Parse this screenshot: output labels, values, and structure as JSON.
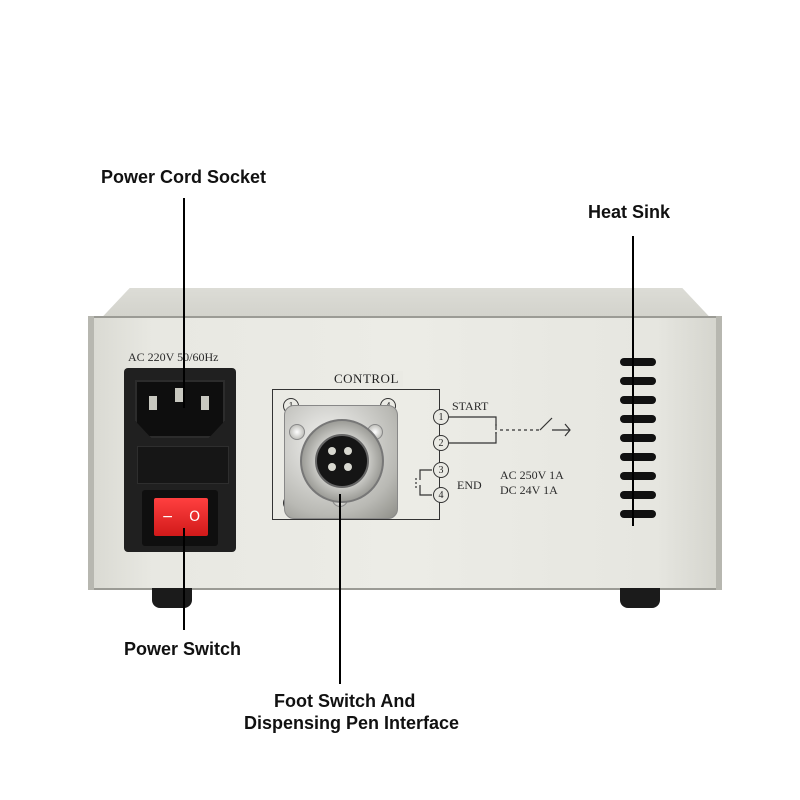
{
  "callouts": {
    "power_cord_socket": "Power Cord Socket",
    "heat_sink": "Heat Sink",
    "power_switch": "Power Switch",
    "foot_switch_line1": "Foot Switch And",
    "foot_switch_line2": "Dispensing Pen Interface"
  },
  "panel": {
    "voltage_label": "AC 220V 50/60Hz",
    "control_title": "CONTROL",
    "start_label": "START",
    "end_label": "END",
    "rating_ac": "AC 250V  1A",
    "rating_dc": "DC 24V  1A",
    "pin_numbers": [
      "1",
      "2",
      "3",
      "4"
    ],
    "switch_symbols": [
      "−",
      "O"
    ]
  },
  "colors": {
    "housing": "#e8e8e2",
    "rocker": "#e02424",
    "module": "#202020",
    "vent": "#111111"
  }
}
